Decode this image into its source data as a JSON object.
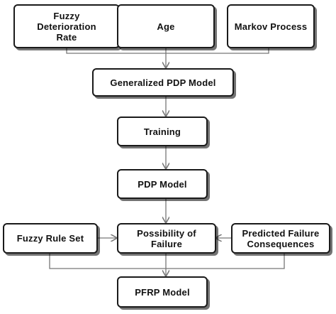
{
  "nodes": {
    "fuzzy_rate": "Fuzzy\nDeterioration\nRate",
    "age": "Age",
    "markov": "Markov Process",
    "generalized": "Generalized PDP Model",
    "training": "Training",
    "pdp": "PDP Model",
    "fuzzy_rule": "Fuzzy Rule Set",
    "possibility": "Possibility of\nFailure",
    "consequences": "Predicted Failure\nConsequences",
    "pfrp": "PFRP Model"
  },
  "colors": {
    "stroke": "#1a1a1a",
    "arrow": "#777777"
  }
}
